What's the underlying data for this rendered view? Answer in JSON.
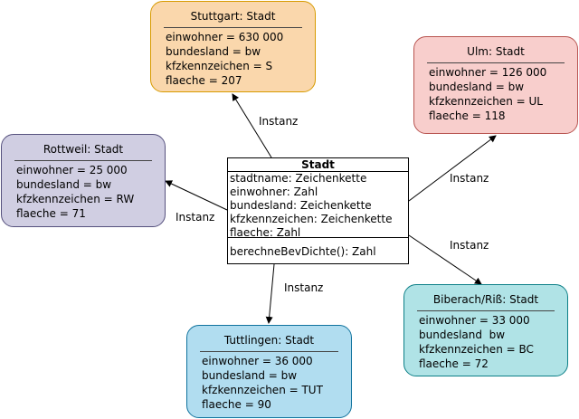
{
  "class": {
    "name": "Stadt",
    "attributes": [
      "stadtname: Zeichenkette",
      "einwohner: Zahl",
      "bundesland: Zeichenkette",
      "kfzkennzeichen: Zeichenkette",
      "flaeche: Zahl"
    ],
    "operations": [
      "berechneBevDichte(): Zahl"
    ]
  },
  "objects": {
    "stuttgart": {
      "title": "Stuttgart: Stadt",
      "color": "#fad7ac",
      "border": "#d79b00",
      "attrs": [
        "einwohner = 630 000",
        "bundesland = bw",
        "kfzkennzeichen = S",
        "flaeche = 207"
      ]
    },
    "ulm": {
      "title": "Ulm: Stadt",
      "color": "#f8cecc",
      "border": "#b85450",
      "attrs": [
        "einwohner = 126 000",
        "bundesland = bw",
        "kfzkennzeichen = UL",
        "flaeche = 118"
      ]
    },
    "rottweil": {
      "title": "Rottweil: Stadt",
      "color": "#d0cee2",
      "border": "#56517e",
      "attrs": [
        "einwohner = 25 000",
        "bundesland = bw",
        "kfzkennzeichen = RW",
        "flaeche = 71"
      ]
    },
    "biberach": {
      "title": "Biberach/Riß: Stadt",
      "color": "#b0e3e6",
      "border": "#0e8088",
      "attrs": [
        "einwohner = 33 000",
        "bundesland  bw",
        "kfzkennzeichen = BC",
        "flaeche = 72"
      ]
    },
    "tuttlingen": {
      "title": "Tuttlingen: Stadt",
      "color": "#b1ddf0",
      "border": "#10739e",
      "attrs": [
        "einwohner = 36 000",
        "bundesland = bw",
        "kfzkennzeichen = TUT",
        "flaeche = 90"
      ]
    }
  },
  "edge_label": "Instanz"
}
